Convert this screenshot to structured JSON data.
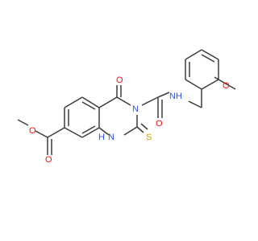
{
  "molecule": {
    "atoms": {
      "ester_o_methyl": {
        "label": "O",
        "color": "#ff0d0d"
      },
      "ester_o_carbonyl": {
        "label": "O",
        "color": "#ff0d0d"
      },
      "ring_c4_o": {
        "label": "O",
        "color": "#ff0d0d"
      },
      "ring_n3": {
        "label": "N",
        "color": "#3050f8"
      },
      "ring_n1": {
        "label": "H",
        "label2": "N",
        "color": "#3050f8"
      },
      "thione_s": {
        "label": "S",
        "color": "#c8a000"
      },
      "amide_o": {
        "label": "O",
        "color": "#ff0d0d"
      },
      "amide_nh": {
        "label": "NH",
        "color": "#3050f8"
      },
      "methoxy_o": {
        "label": "O",
        "color": "#ff0d0d"
      }
    }
  }
}
